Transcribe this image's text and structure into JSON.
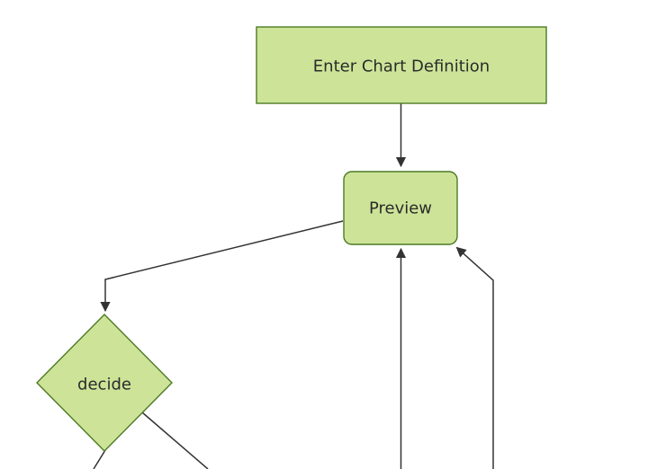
{
  "diagram": {
    "type": "flowchart-top-down",
    "theme_name": "forest-green",
    "background": "#ffffff",
    "theme": {
      "node_fill": "#cde498",
      "node_border": "#4d7a25",
      "edge_color": "#333333",
      "arrowhead_color": "#333333",
      "label_color": "#2b2b2b"
    },
    "nodes": [
      {
        "id": "A",
        "label": "Enter Chart Definition",
        "shape": "rectangle"
      },
      {
        "id": "B",
        "label": "Preview",
        "shape": "rounded-rectangle"
      },
      {
        "id": "C",
        "label": "decide",
        "shape": "diamond"
      }
    ],
    "edges": [
      {
        "from": "Enter Chart Definition",
        "to": "Preview",
        "arrowhead_visible": true
      },
      {
        "from": "Preview",
        "to": "decide",
        "arrowhead_visible": true
      },
      {
        "from": "offscreen-bottom",
        "to": "Preview",
        "arrowhead_visible": true
      },
      {
        "from": "offscreen-bottom-right",
        "to": "Preview",
        "arrowhead_visible": true
      },
      {
        "from": "decide",
        "to": "offscreen-bottom-left",
        "arrowhead_visible": false
      },
      {
        "from": "decide",
        "to": "offscreen-bottom-right",
        "arrowhead_visible": false
      }
    ]
  }
}
